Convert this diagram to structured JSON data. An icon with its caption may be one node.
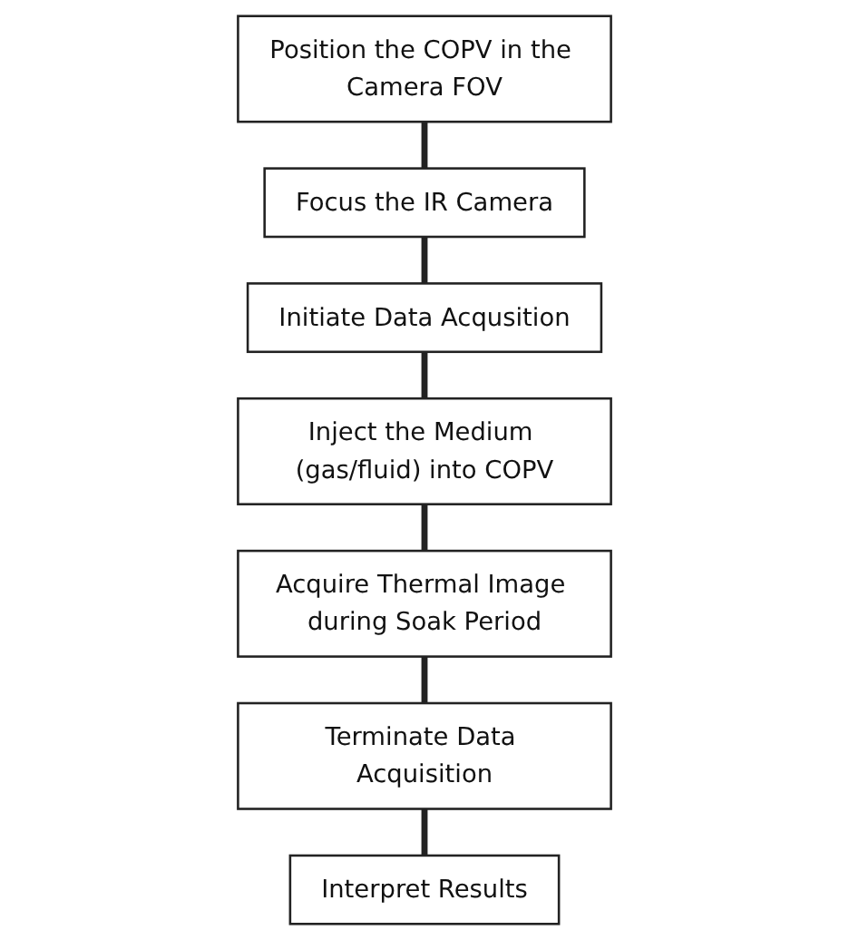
{
  "diagram": {
    "nodes": [
      {
        "text": [
          "Position the COPV in the Camera FOV"
        ]
      },
      {
        "text": [
          "Focus the IR Camera"
        ]
      },
      {
        "text": [
          "Initiate Data Acqusition"
        ]
      },
      {
        "text": [
          "Inject the Medium (gas/fluid) into COPV"
        ]
      },
      {
        "text": [
          "Acquire Thermal Image during Soak Period"
        ]
      },
      {
        "text": [
          "Terminate Data Acquisition"
        ]
      },
      {
        "text": [
          "Interpret Results"
        ]
      }
    ],
    "edges": [
      {
        "from": 0,
        "to": 1,
        "arrow": "none"
      },
      {
        "from": 1,
        "to": 2,
        "arrow": "none"
      },
      {
        "from": 2,
        "to": 3,
        "arrow": "none"
      },
      {
        "from": 3,
        "to": 4,
        "arrow": "none"
      },
      {
        "from": 4,
        "to": 5,
        "arrow": "none"
      },
      {
        "from": 5,
        "to": 6,
        "arrow": "none"
      }
    ]
  }
}
